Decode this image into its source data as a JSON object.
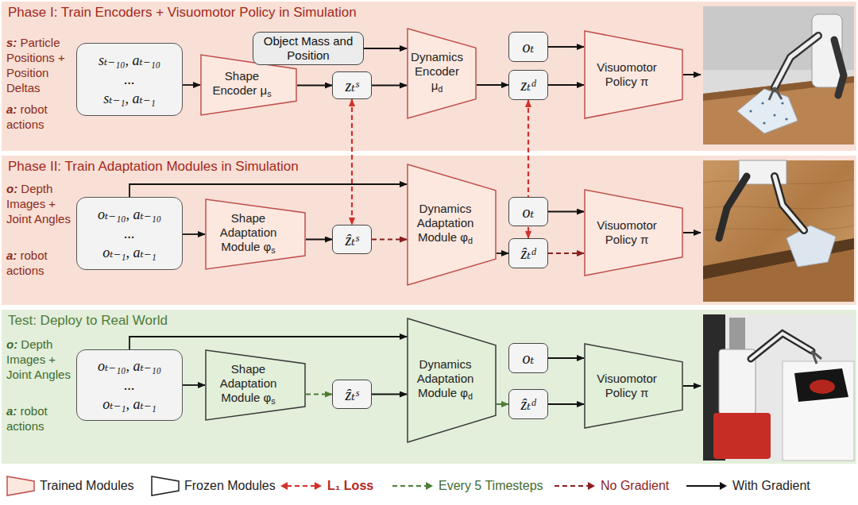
{
  "diagram": {
    "nodes": [
      {
        "text": [
          "Phase I: Train Encoders + Visuomotor Policy in Simulation"
        ]
      },
      {
        "text": [
          "sₜ₋₁₀, aₜ₋₁₀",
          "...",
          "sₜ₋₁, aₜ₋₁"
        ],
        "in": 0
      },
      {
        "text": [
          "Shape Encoder μs"
        ],
        "in": 0
      },
      {
        "text": [
          "zₜˢ"
        ],
        "in": 0
      },
      {
        "text": [
          "Object Mass and Position"
        ],
        "in": 0
      },
      {
        "text": [
          "Dynamics Encoder μd"
        ],
        "in": 0
      },
      {
        "text": [
          "oₜ"
        ],
        "in": 0
      },
      {
        "text": [
          "zₜᵈ"
        ],
        "in": 0
      },
      {
        "text": [
          "Visuomotor Policy π"
        ],
        "in": 0
      },
      {
        "text": [
          "Phase II: Train Adaptation Modules in Simulation"
        ]
      },
      {
        "text": [
          "oₜ₋₁₀, aₜ₋₁₀",
          "...",
          "oₜ₋₁, aₜ₋₁"
        ],
        "in": 9
      },
      {
        "text": [
          "Shape Adaptation Module φs"
        ],
        "in": 9
      },
      {
        "text": [
          "ẑₜˢ"
        ],
        "in": 9
      },
      {
        "text": [
          "Dynamics Adaptation Module φd"
        ],
        "in": 9
      },
      {
        "text": [
          "oₜ"
        ],
        "in": 9
      },
      {
        "text": [
          "ẑₜᵈ"
        ],
        "in": 9
      },
      {
        "text": [
          "Visuomotor Policy π"
        ],
        "in": 9
      },
      {
        "text": [
          "Test: Deploy to Real World"
        ]
      },
      {
        "text": [
          "oₜ₋₁₀, aₜ₋₁₀",
          "...",
          "oₜ₋₁, aₜ₋₁"
        ],
        "in": 17
      },
      {
        "text": [
          "Shape Adaptation Module φs"
        ],
        "in": 17
      },
      {
        "text": [
          "ẑₜˢ"
        ],
        "in": 17
      },
      {
        "text": [
          "Dynamics Adaptation Module φd"
        ],
        "in": 17
      },
      {
        "text": [
          "oₜ"
        ],
        "in": 17
      },
      {
        "text": [
          "ẑₜᵈ"
        ],
        "in": 17
      },
      {
        "text": [
          "Visuomotor Policy π"
        ],
        "in": 17
      }
    ],
    "edges": [
      {
        "from": 1,
        "to": 2,
        "arrow": "to"
      },
      {
        "from": 2,
        "to": 3,
        "arrow": "to"
      },
      {
        "from": 3,
        "to": 5,
        "arrow": "to"
      },
      {
        "from": 4,
        "to": 5,
        "arrow": "to"
      },
      {
        "from": 5,
        "to": 7,
        "arrow": "to"
      },
      {
        "from": 6,
        "to": 8,
        "arrow": "to"
      },
      {
        "from": 7,
        "to": 8,
        "arrow": "to"
      },
      {
        "from": 3,
        "to": 12,
        "arrow": "both"
      },
      {
        "from": 7,
        "to": 15,
        "arrow": "both"
      },
      {
        "from": 10,
        "to": 11,
        "arrow": "to"
      },
      {
        "from": 11,
        "to": 12,
        "arrow": "to"
      },
      {
        "from": 12,
        "to": 13,
        "arrow": "to"
      },
      {
        "from": 10,
        "to": 13,
        "arrow": "to"
      },
      {
        "from": 13,
        "to": 15,
        "arrow": "to"
      },
      {
        "from": 14,
        "to": 16,
        "arrow": "to"
      },
      {
        "from": 15,
        "to": 16,
        "arrow": "to"
      },
      {
        "from": 18,
        "to": 19,
        "arrow": "to"
      },
      {
        "from": 19,
        "to": 20,
        "arrow": "to"
      },
      {
        "from": 20,
        "to": 21,
        "arrow": "to"
      },
      {
        "from": 18,
        "to": 21,
        "arrow": "to"
      },
      {
        "from": 21,
        "to": 23,
        "arrow": "to"
      },
      {
        "from": 22,
        "to": 24,
        "arrow": "to"
      },
      {
        "from": 23,
        "to": 24,
        "arrow": "to"
      }
    ],
    "labels": [
      "s: Particle Positions + Position Deltas",
      "a: robot actions",
      "o: Depth Images + Joint Angles",
      "a: robot actions",
      "o: Depth Images + Joint Angles",
      "a: robot actions"
    ],
    "legend": [
      {
        "text": "Trained Modules"
      },
      {
        "text": "Frozen Modules"
      },
      {
        "text": "L₁ Loss"
      },
      {
        "text": "Every 5 Timesteps"
      },
      {
        "text": "No Gradient"
      },
      {
        "text": "With Gradient"
      }
    ]
  }
}
